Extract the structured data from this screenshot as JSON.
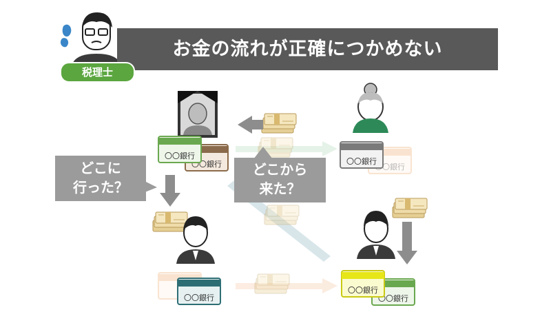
{
  "header": {
    "title": "お金の流れが正確につかめない",
    "role_badge": "税理士"
  },
  "bubbles": {
    "where_to": [
      "どこに",
      "行った？"
    ],
    "where_from": [
      "どこから",
      "来た？"
    ]
  },
  "cards": {
    "bank_label": "〇〇銀行",
    "bank_abbr": "銀行"
  },
  "colors": {
    "title_bar": "#595959",
    "badge_green": "#5ba63f",
    "bubble_gray": "#9b9b9b",
    "card_green": "#6aa84f",
    "card_brown": "#8a6a4a",
    "card_gray": "#7a7a7a",
    "card_teal": "#2d6e74",
    "card_yellow": "#e6e619",
    "money_tan": "#e8d5a0"
  },
  "icons": [
    "sweat-drop-icon",
    "tax-accountant-avatar",
    "deceased-portrait-icon",
    "grandmother-avatar",
    "man-avatar",
    "elder-man-avatar",
    "cash-bundle-icon",
    "bank-card-icon",
    "arrow-icon"
  ]
}
